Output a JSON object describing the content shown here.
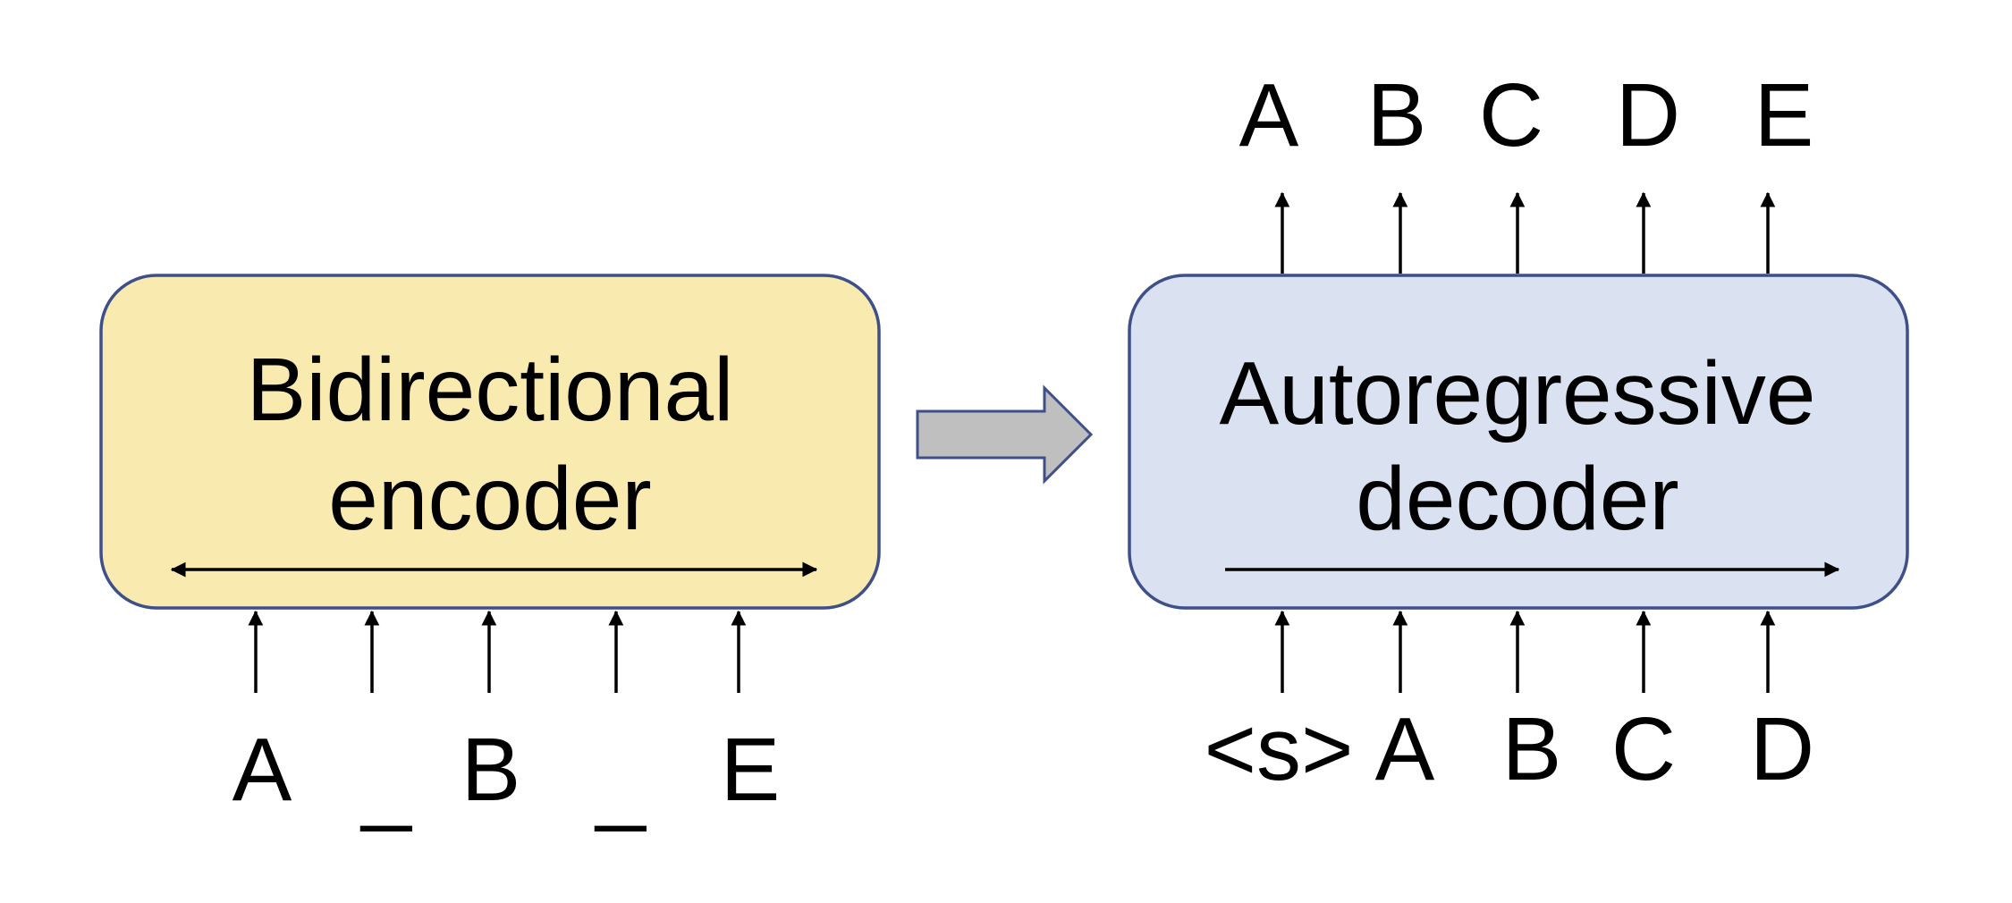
{
  "encoder": {
    "title_line1": "Bidirectional",
    "title_line2": "encoder",
    "fill": "#f9eab0",
    "inputs": [
      "A",
      "_",
      "B",
      "_",
      "E"
    ]
  },
  "decoder": {
    "title_line1": "Autoregressive",
    "title_line2": "decoder",
    "fill": "#dae1f1",
    "inputs": [
      "<s>",
      "A",
      "B",
      "C",
      "D"
    ],
    "outputs": [
      "A",
      "B",
      "C",
      "D",
      "E"
    ]
  },
  "colors": {
    "box_border": "#3e4f8a",
    "transfer_arrow_fill": "#bfbfbf",
    "line": "#000000"
  }
}
